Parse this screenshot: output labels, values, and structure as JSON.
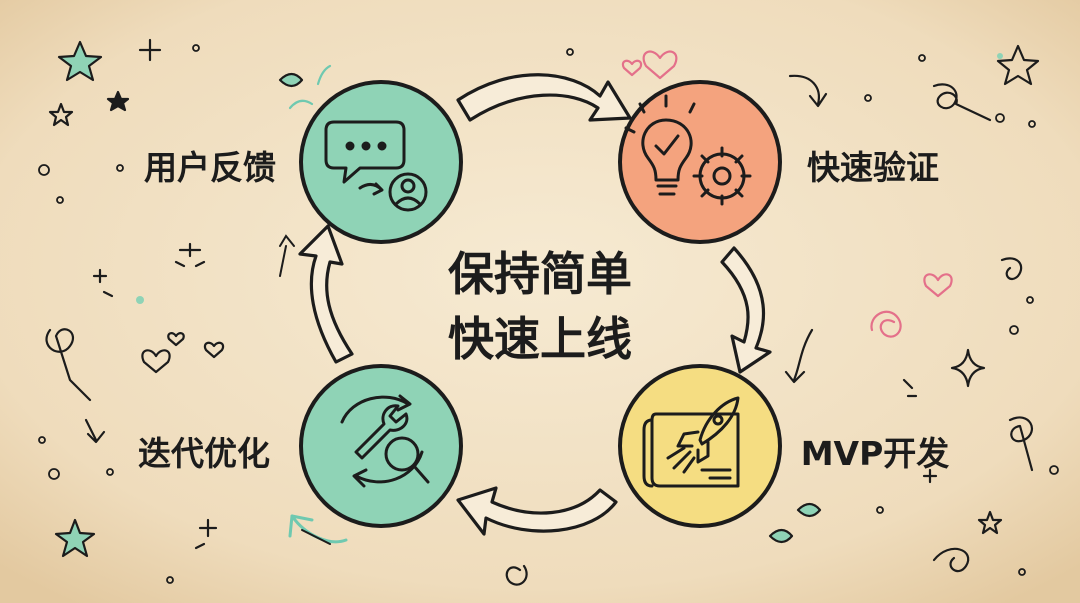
{
  "center": {
    "line1": "保持简单",
    "line2": "快速上线"
  },
  "nodes": [
    {
      "id": "feedback",
      "label": "用户反馈",
      "color": "#8fd3b6",
      "icon": "chat-user-icon"
    },
    {
      "id": "validate",
      "label": "快速验证",
      "color": "#f4a37e",
      "icon": "lightbulb-gear-icon"
    },
    {
      "id": "mvp",
      "label": "MVP开发",
      "color": "#f5dd82",
      "icon": "rocket-blueprint-icon"
    },
    {
      "id": "iterate",
      "label": "迭代优化",
      "color": "#8fd3b6",
      "icon": "wrench-magnifier-icon"
    }
  ],
  "colors": {
    "background": "#f1e1c4",
    "outline": "#1c1c1c",
    "accent_teal": "#6fc9b0",
    "accent_pink": "#f08aa0",
    "accent_yellow": "#f3d35f"
  }
}
